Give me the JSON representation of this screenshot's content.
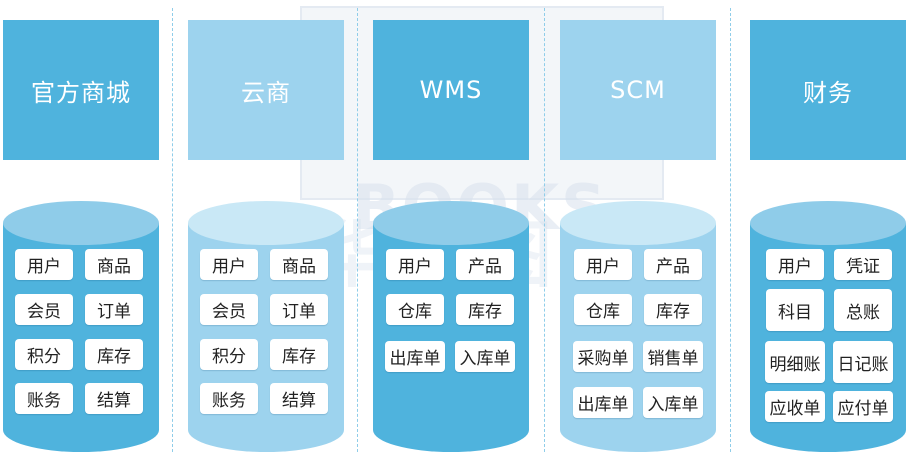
{
  "colors": {
    "dark_blue": "#4fb3dd",
    "light_blue": "#9dd3ee",
    "dark_top": "#8fcce9",
    "light_top": "#c9e8f6",
    "divider": "#8fcde9"
  },
  "watermark": {
    "text": "HZ BOOKS",
    "cn": "华章图书"
  },
  "systems": [
    {
      "title": "官方商城",
      "tone": "dark",
      "items": [
        "用户",
        "商品",
        "会员",
        "订单",
        "积分",
        "库存",
        "账务",
        "结算"
      ]
    },
    {
      "title": "云商",
      "tone": "light",
      "items": [
        "用户",
        "商品",
        "会员",
        "订单",
        "积分",
        "库存",
        "账务",
        "结算"
      ]
    },
    {
      "title": "WMS",
      "tone": "dark",
      "items": [
        "用户",
        "产品",
        "仓库",
        "库存",
        "出库单",
        "入库单"
      ]
    },
    {
      "title": "SCM",
      "tone": "light",
      "items": [
        "用户",
        "产品",
        "仓库",
        "库存",
        "采购单",
        "销售单",
        "出库单",
        "入库单"
      ]
    },
    {
      "title": "财务",
      "tone": "dark",
      "items": [
        "用户",
        "凭证",
        "科目",
        "总账",
        "明细账",
        "日记账",
        "应收单",
        "应付单"
      ]
    }
  ]
}
